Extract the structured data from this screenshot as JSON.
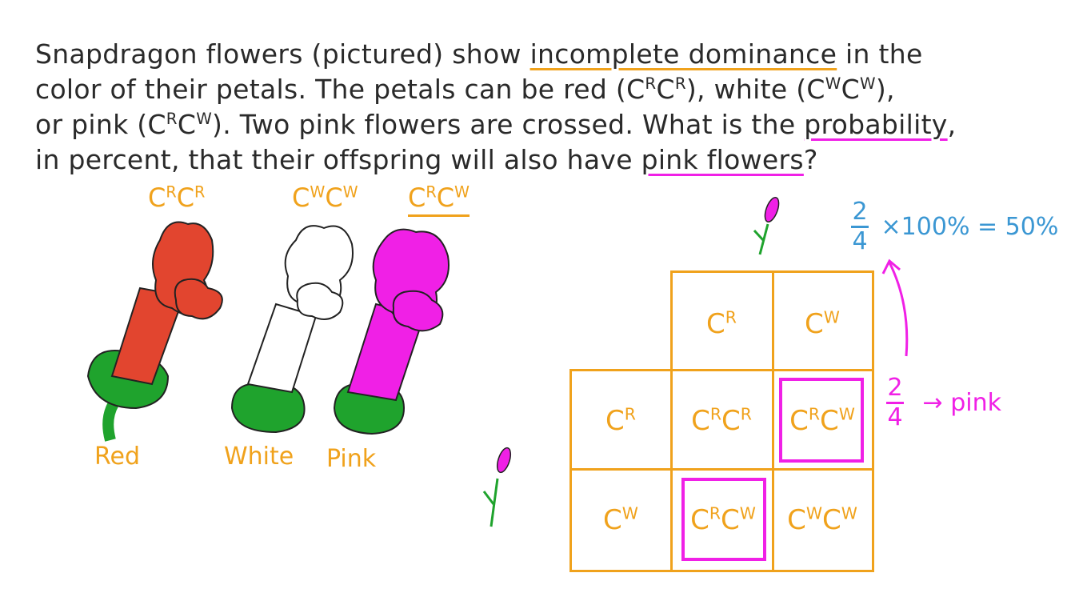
{
  "question": {
    "line1": {
      "a": "Snapdragon flowers (pictured) show ",
      "u1": "incomplete dominance",
      "b": " in the"
    },
    "line2": {
      "a": "color of their petals. The petals can be red (C",
      "s1": "R",
      "b": "C",
      "s2": "R",
      "c": "), white (C",
      "s3": "W",
      "d": "C",
      "s4": "W",
      "e": "),"
    },
    "line3": {
      "a": "or pink (C",
      "s1": "R",
      "b": "C",
      "s2": "W",
      "c": "). Two pink flowers are crossed. What is the ",
      "u1": "probability",
      "d": ","
    },
    "line4": {
      "a": "in percent, that their offspring will also have ",
      "u1": "pink flowers",
      "b": "?"
    }
  },
  "flowers": [
    {
      "genotype_base": "C",
      "sup1": "R",
      "base2": "C",
      "sup2": "R",
      "name": "Red",
      "color": "#e2452f"
    },
    {
      "genotype_base": "C",
      "sup1": "W",
      "base2": "C",
      "sup2": "W",
      "name": "White",
      "color": "#ffffff"
    },
    {
      "genotype_base": "C",
      "sup1": "R",
      "base2": "C",
      "sup2": "W",
      "name": "Pink",
      "color": "#f020e6"
    }
  ],
  "punnett": {
    "top_headers": [
      {
        "base": "C",
        "sup": "R"
      },
      {
        "base": "C",
        "sup": "W"
      }
    ],
    "side_headers": [
      {
        "base": "C",
        "sup": "R"
      },
      {
        "base": "C",
        "sup": "W"
      }
    ],
    "cells": [
      [
        {
          "b1": "C",
          "s1": "R",
          "b2": "C",
          "s2": "R"
        },
        {
          "b1": "C",
          "s1": "R",
          "b2": "C",
          "s2": "W"
        }
      ],
      [
        {
          "b1": "C",
          "s1": "R",
          "b2": "C",
          "s2": "W"
        },
        {
          "b1": "C",
          "s1": "W",
          "b2": "C",
          "s2": "W"
        }
      ]
    ]
  },
  "result": {
    "pink_fraction_num": "2",
    "pink_fraction_den": "4",
    "pink_label": "→ pink",
    "calc_num": "2",
    "calc_den": "4",
    "calc_text": "×100% = 50%"
  },
  "colors": {
    "orange": "#f0a21c",
    "magenta": "#f020e6",
    "blue": "#3b97d3",
    "green": "#1fa32d",
    "ink": "#2a2a2a"
  }
}
